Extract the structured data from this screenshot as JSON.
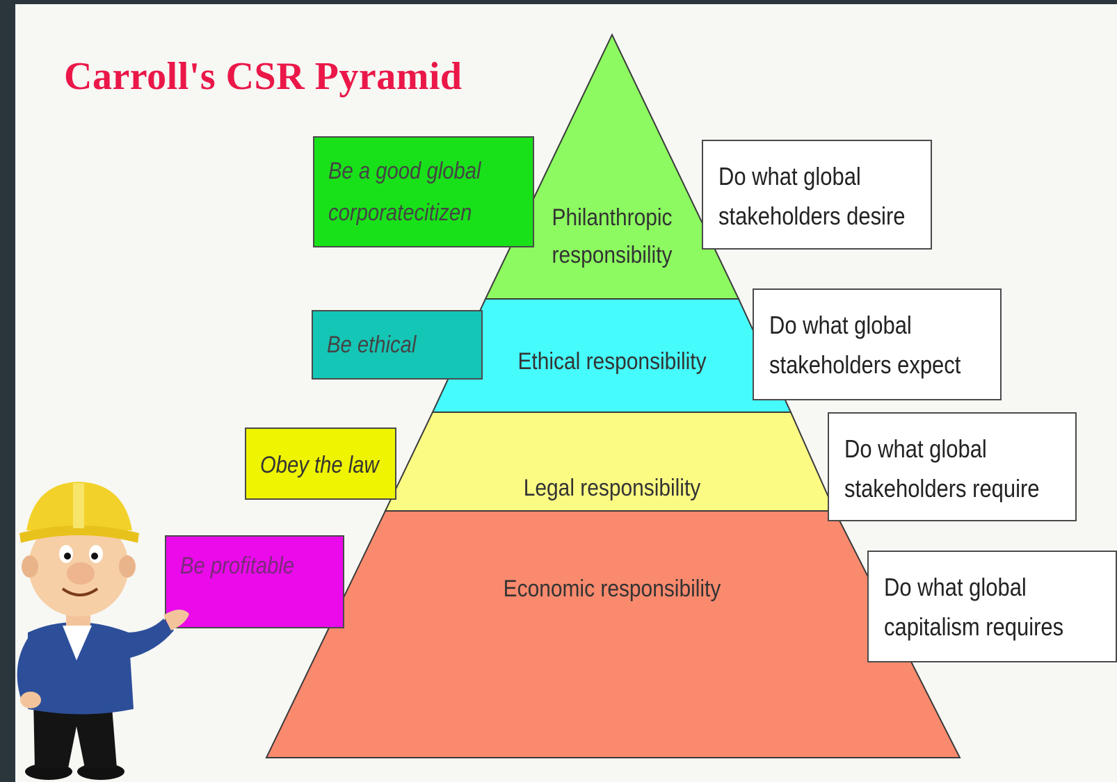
{
  "title": "Carroll's CSR Pyramid",
  "levels": [
    {
      "name": "Philanthropic responsibility",
      "lines": [
        "Philanthropic",
        "responsibility"
      ],
      "color": "#8cfa60"
    },
    {
      "name": "Ethical responsibility",
      "lines": [
        "Ethical responsibility"
      ],
      "color": "#46fbfb"
    },
    {
      "name": "Legal responsibility",
      "lines": [
        "Legal responsibility"
      ],
      "color": "#fbfb84"
    },
    {
      "name": "Economic responsibility",
      "lines": [
        "Economic responsibility"
      ],
      "color": "#fa8a6e"
    }
  ],
  "left_labels": [
    {
      "lines": [
        "Be a good global",
        "corporatecitizen"
      ],
      "color": "#19e119"
    },
    {
      "lines": [
        "Be ethical"
      ],
      "color": "#14c6b6"
    },
    {
      "lines": [
        "Obey the law"
      ],
      "color": "#eff400"
    },
    {
      "lines": [
        "Be profitable"
      ],
      "color": "#ea0aea"
    }
  ],
  "right_labels": [
    {
      "lines": [
        "Do what global",
        "stakeholders desire"
      ]
    },
    {
      "lines": [
        "Do what global",
        "stakeholders expect"
      ]
    },
    {
      "lines": [
        "Do what global",
        "stakeholders require"
      ]
    },
    {
      "lines": [
        "Do what global",
        "capitalism requires"
      ]
    }
  ]
}
